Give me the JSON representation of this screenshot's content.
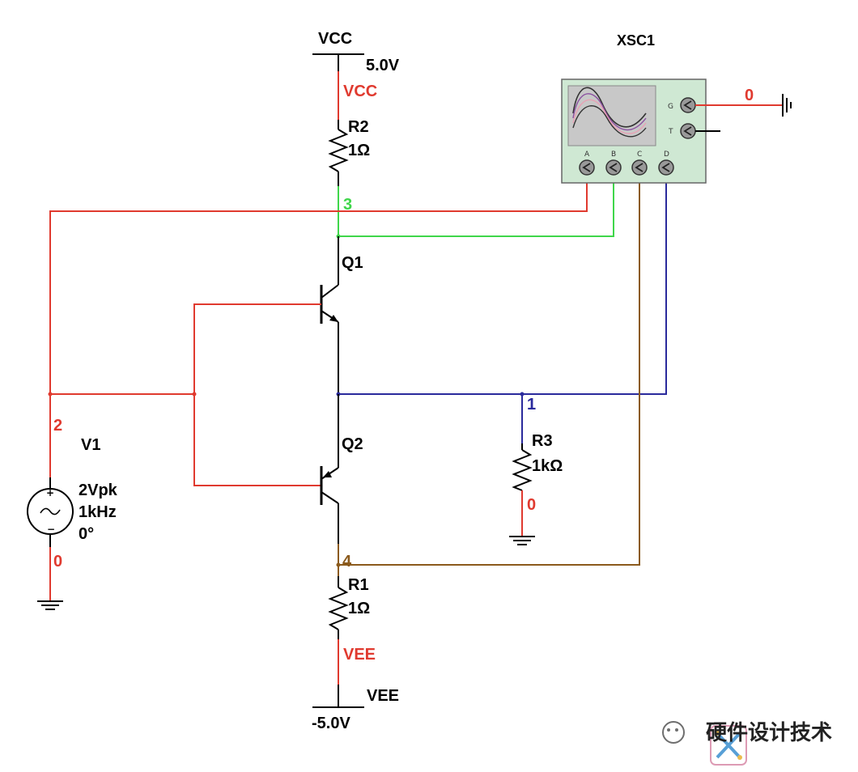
{
  "colors": {
    "red": "#e03a2f",
    "green": "#3fd64a",
    "blue": "#2a2a9c",
    "brown": "#8b5a1c",
    "black": "#000000",
    "scope_body": "#cfe8d3",
    "scope_screen": "#c8c8c8"
  },
  "labels": {
    "vcc_supply": "VCC",
    "vcc_value": "5.0V",
    "vcc_net": "VCC",
    "r2_name": "R2",
    "r2_value": "1Ω",
    "node3": "3",
    "q1": "Q1",
    "node2": "2",
    "v1_name": "V1",
    "v1_amp": "2Vpk",
    "v1_freq": "1kHz",
    "v1_phase": "0°",
    "v1_gnd_net": "0",
    "q2": "Q2",
    "node1": "1",
    "r3_name": "R3",
    "r3_value": "1kΩ",
    "r3_gnd_net": "0",
    "node4": "4",
    "r1_name": "R1",
    "r1_value": "1Ω",
    "vee_net": "VEE",
    "vee_supply": "VEE",
    "vee_value": "-5.0V",
    "scope_name": "XSC1",
    "scope_gnd_net": "0",
    "scope_ch_a": "A",
    "scope_ch_b": "B",
    "scope_ch_c": "C",
    "scope_ch_d": "D",
    "scope_g": "G",
    "scope_t": "T"
  },
  "watermark": {
    "text": "硬件设计技术"
  }
}
